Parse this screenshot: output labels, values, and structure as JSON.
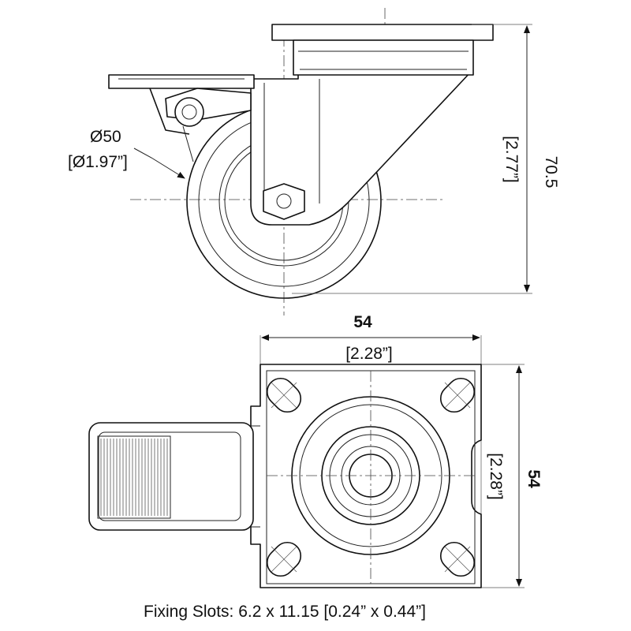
{
  "dimensions": {
    "wheel_diameter_mm": "Ø50",
    "wheel_diameter_in": "[Ø1.97”]",
    "height_mm": "70.5",
    "height_in": "[2.77”]",
    "plate_width_mm": "54",
    "plate_width_in": "[2.28”]",
    "plate_depth_mm": "54",
    "plate_depth_in": "[2.28”]"
  },
  "footer": {
    "fixing_slots": "Fixing Slots: 6.2 x 11.15 [0.24” x 0.44”]"
  },
  "colors": {
    "line": "#111111",
    "background": "#ffffff"
  }
}
